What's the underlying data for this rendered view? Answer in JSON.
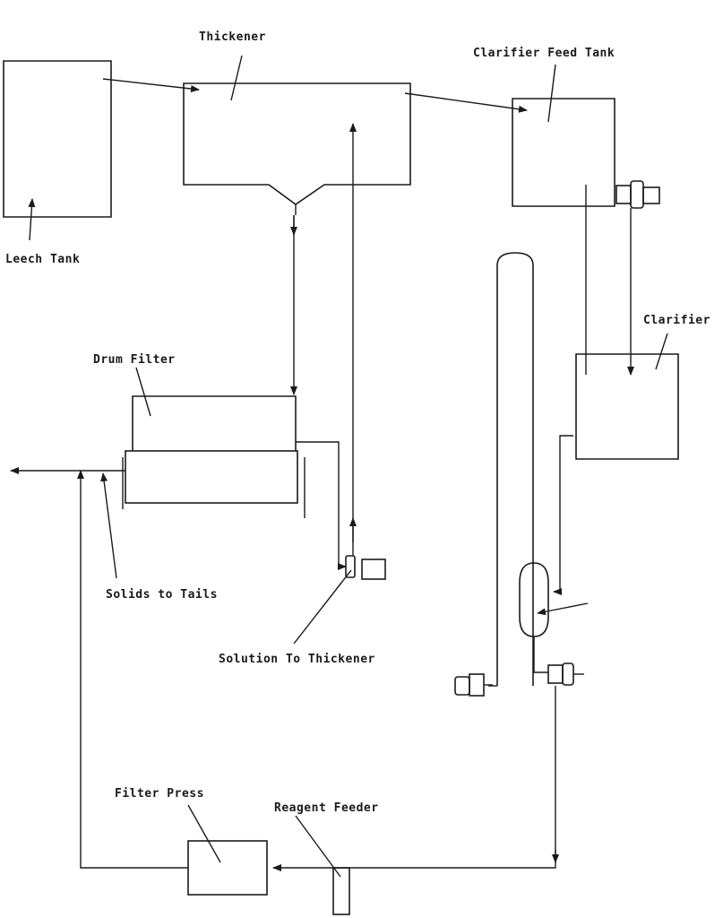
{
  "labels": {
    "thickener": "Thickener",
    "clarifier_feed_tank": "Clarifier Feed  Tank",
    "leech_tank": "Leech Tank",
    "clarifier": "Clarifier",
    "drum_filter": "Drum Filter",
    "solids_to_tails": "Solids to Tails",
    "solution_to_thickener": "Solution To Thickener",
    "filter_press": "Filter Press",
    "reagent_feeder": "Reagent  Feeder"
  }
}
